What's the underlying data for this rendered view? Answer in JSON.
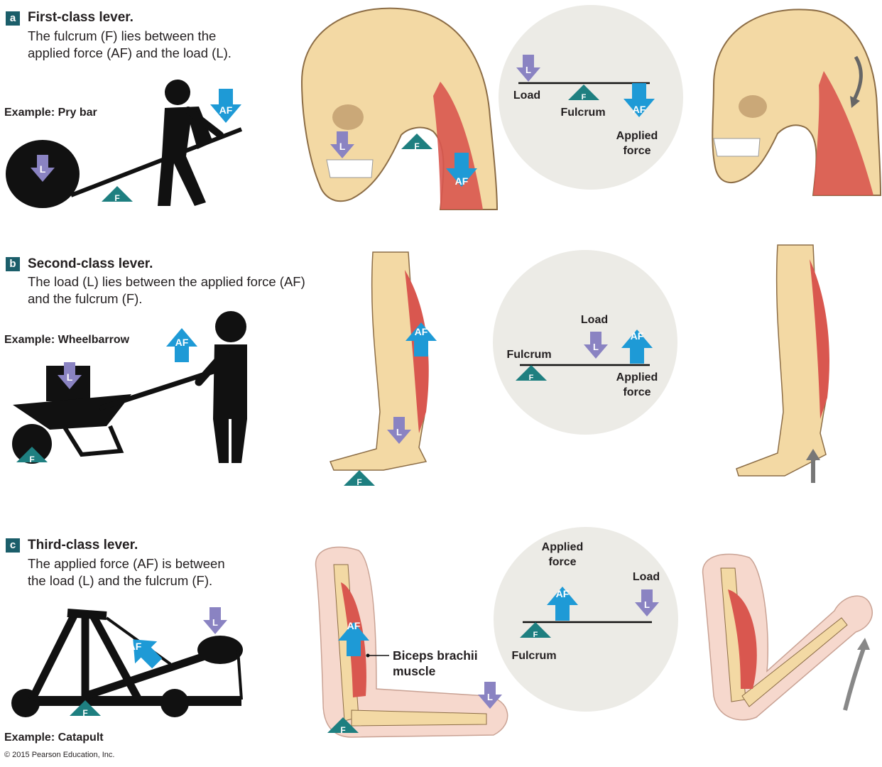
{
  "panels": [
    {
      "badge": "a",
      "title": "First-class lever.",
      "description_line1": "The fulcrum (F) lies between the",
      "description_line2": "applied force (AF) and the load (L).",
      "example": "Example: Pry bar",
      "diagram": {
        "load": "Load",
        "fulcrum": "Fulcrum",
        "applied_1": "Applied",
        "applied_2": "force"
      }
    },
    {
      "badge": "b",
      "title": "Second-class lever.",
      "description_line1": "The load (L) lies between the applied force (AF)",
      "description_line2": "and the fulcrum (F).",
      "example": "Example: Wheelbarrow",
      "diagram": {
        "load": "Load",
        "fulcrum": "Fulcrum",
        "applied_1": "Applied",
        "applied_2": "force"
      }
    },
    {
      "badge": "c",
      "title": "Third-class lever.",
      "description_line1": "The applied force (AF) is between",
      "description_line2": "the load (L) and the fulcrum (F).",
      "example": "Example: Catapult",
      "diagram": {
        "load": "Load",
        "fulcrum": "Fulcrum",
        "applied_1": "Applied",
        "applied_2": "force"
      },
      "muscle_label_1": "Biceps brachii",
      "muscle_label_2": "muscle"
    }
  ],
  "symbols": {
    "fulcrum": "F",
    "load": "L",
    "applied_force": "AF"
  },
  "copyright": "© 2015 Pearson Education, Inc.",
  "colors": {
    "fulcrum": "#1e7f80",
    "load": "#8a83c2",
    "applied_force": "#1e9ad6",
    "muscle": "#d9574f",
    "bone": "#f3d9a4",
    "circle_bg": "#ecebe6",
    "badge": "#1b5e6a"
  }
}
